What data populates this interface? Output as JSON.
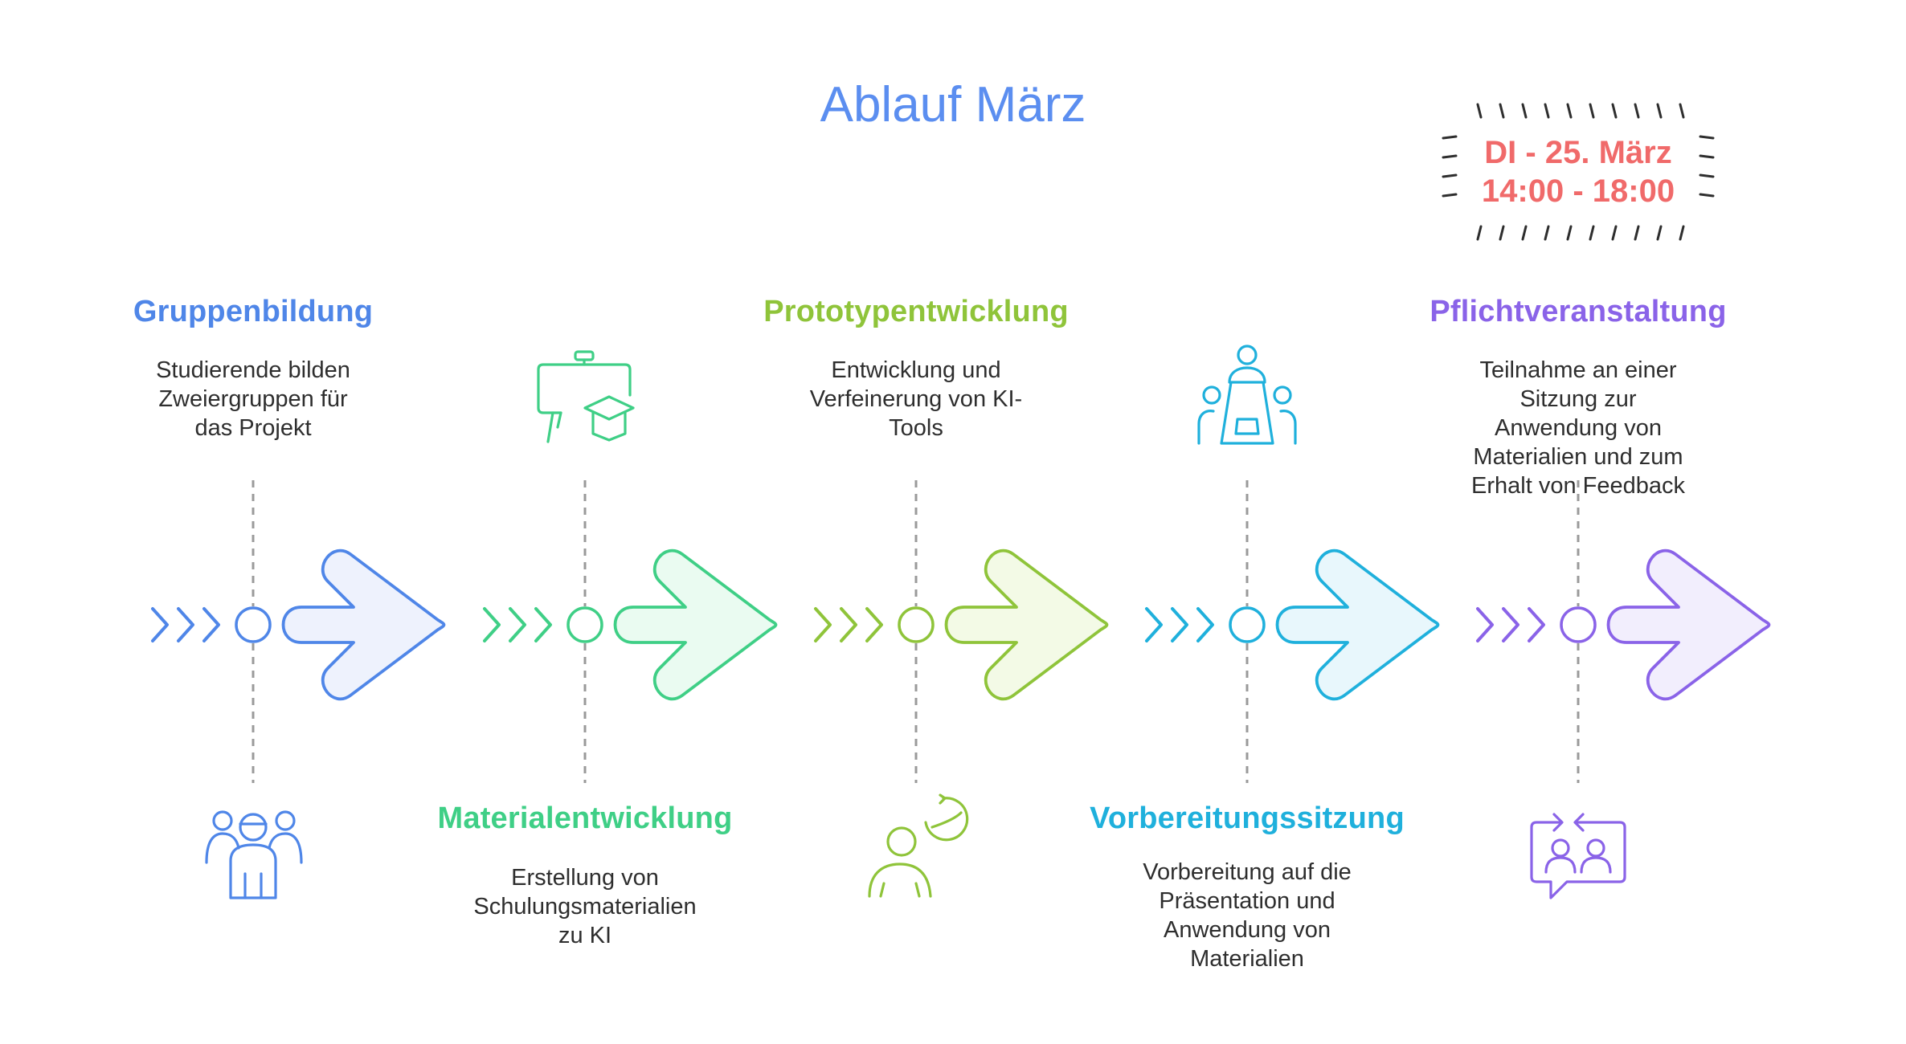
{
  "title": "Ablauf März",
  "colors": {
    "title": "#5b8ef0",
    "step1": "#4f86e8",
    "step2": "#3fcf86",
    "step3": "#8fc43a",
    "step4": "#1fb0dc",
    "step5": "#8a63e8",
    "date_highlight": "#f06a6a",
    "connector": "#9a9a9a"
  },
  "steps": [
    {
      "heading": "Gruppenbildung",
      "description": [
        "Studierende bilden",
        "Zweiergruppen für",
        "das Projekt"
      ],
      "icon": "group-people-icon"
    },
    {
      "heading": "Materialentwicklung",
      "description": [
        "Erstellung von",
        "Schulungsmaterialien",
        "zu KI"
      ],
      "icon": "teaching-board-graduation-cap-icon"
    },
    {
      "heading": "Prototypentwicklung",
      "description": [
        "Entwicklung und",
        "Verfeinerung von KI-",
        "Tools"
      ],
      "icon": "person-refresh-cycle-icon"
    },
    {
      "heading": "Vorbereitungssitzung",
      "description": [
        "Vorbereitung auf die",
        "Präsentation und",
        "Anwendung von",
        "Materialien"
      ],
      "icon": "meeting-table-icon"
    },
    {
      "heading": "Pflichtveranstaltung",
      "description": [
        "Teilnahme an einer",
        "Sitzung zur",
        "Anwendung von",
        "Materialien und zum",
        "Erhalt von Feedback"
      ],
      "icon": "feedback-chat-icon",
      "date": [
        "DI - 25. März",
        "14:00 - 18:00"
      ]
    }
  ]
}
